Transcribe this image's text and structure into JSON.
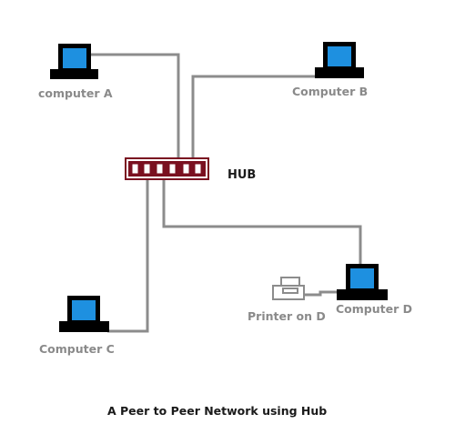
{
  "diagram": {
    "caption": "A Peer to Peer Network using Hub",
    "hub": {
      "label": "HUB"
    },
    "nodes": [
      {
        "id": "computer-a",
        "type": "computer",
        "label": "computer A"
      },
      {
        "id": "computer-b",
        "type": "computer",
        "label": "Computer B"
      },
      {
        "id": "computer-c",
        "type": "computer",
        "label": "Computer C"
      },
      {
        "id": "computer-d",
        "type": "computer",
        "label": "Computer D"
      },
      {
        "id": "printer-d",
        "type": "printer",
        "label": "Printer on D"
      }
    ],
    "connections": [
      {
        "from": "computer-a",
        "to": "hub"
      },
      {
        "from": "computer-b",
        "to": "hub"
      },
      {
        "from": "computer-c",
        "to": "hub"
      },
      {
        "from": "computer-d",
        "to": "hub"
      },
      {
        "from": "printer-d",
        "to": "computer-d"
      }
    ],
    "colors": {
      "screen": "#1e90e0",
      "computer_body": "#000000",
      "hub": "#7a1020",
      "cable": "#8c8c8c",
      "label": "#8a8a8a",
      "caption": "#1a1a1a"
    }
  }
}
